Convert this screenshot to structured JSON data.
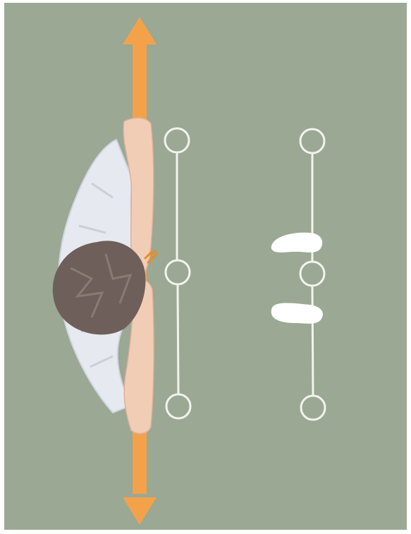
{
  "colors": {
    "background": "#9aa894",
    "frame": "#ffffff",
    "arrow": "#f4a24a",
    "skin": "#f2cdb6",
    "shirt": "#e6eaf0",
    "hair": "#6f5f5a",
    "line": "#f3f3ee",
    "foot": "#ffffff",
    "accent": "#f08a1f"
  },
  "icons": [
    "vertical-arrow-icon",
    "dot-marker-icon",
    "footprint-icon"
  ],
  "diagram": {
    "left_line_markers": 3,
    "right_line_markers": 3,
    "footprints": 2
  }
}
